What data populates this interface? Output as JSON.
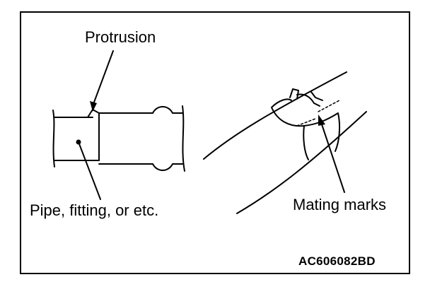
{
  "labels": {
    "protrusion": "Protrusion",
    "pipe": "Pipe, fitting, or etc.",
    "mating_marks": "Mating marks",
    "figure_code": "AC606082BD"
  }
}
